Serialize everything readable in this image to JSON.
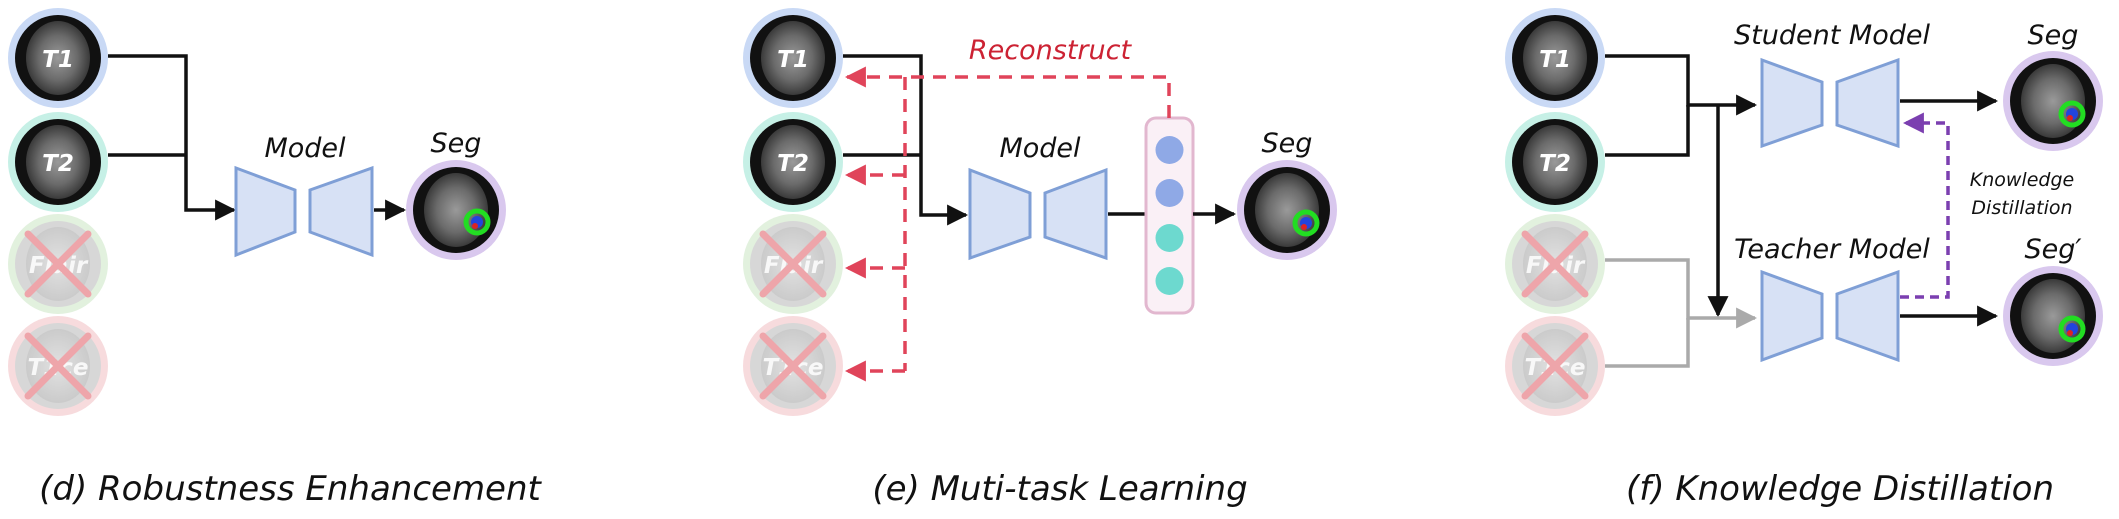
{
  "modalities": {
    "t1": "T1",
    "t2": "T2",
    "flair": "Flair",
    "t1ce": "T1ce"
  },
  "panel_d": {
    "model_label": "Model",
    "seg_label": "Seg",
    "caption": "(d) Robustness Enhancement"
  },
  "panel_e": {
    "model_label": "Model",
    "seg_label": "Seg",
    "reconstruct_label": "Reconstruct",
    "caption": "(e) Muti-task Learning"
  },
  "panel_f": {
    "student_label": "Student Model",
    "teacher_label": "Teacher Model",
    "seg_label": "Seg",
    "seg_prime_label": "Seg′",
    "kd_line1": "Knowledge",
    "kd_line2": "Distillation",
    "caption": "(f) Knowledge Distillation"
  },
  "colors": {
    "t1_ring": "#c9d9f5",
    "t2_ring": "#c6f0e6",
    "flair_ring": "#cfe8c9",
    "t1ce_ring": "#f3c4c8",
    "seg_ring": "#d9c8ee",
    "model_fill": "#d7e1f5",
    "model_stroke": "#7f9fd6",
    "reconstruct": "#e0445a",
    "distill": "#7b3fb0",
    "missing_cross": "#e46a72",
    "feature_blue": "#8fa9e6",
    "feature_teal": "#6dd9cf"
  }
}
